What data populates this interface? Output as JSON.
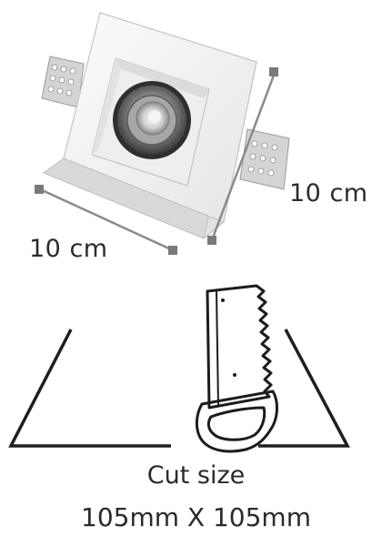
{
  "dimensions": {
    "width_label": "10 cm",
    "height_label": "10 cm"
  },
  "caption": {
    "line1": "Cut size",
    "line2": "105mm X 105mm"
  },
  "icons": [
    "recessed-spotlight-product-image",
    "dimension-line-icon",
    "wall-cutout-outline-icon",
    "hand-saw-icon"
  ],
  "colors": {
    "plaster": "#f4f4f4",
    "bracket": "#d6d6d6",
    "dimension_line": "#8a8a8a",
    "outline": "#222222"
  }
}
